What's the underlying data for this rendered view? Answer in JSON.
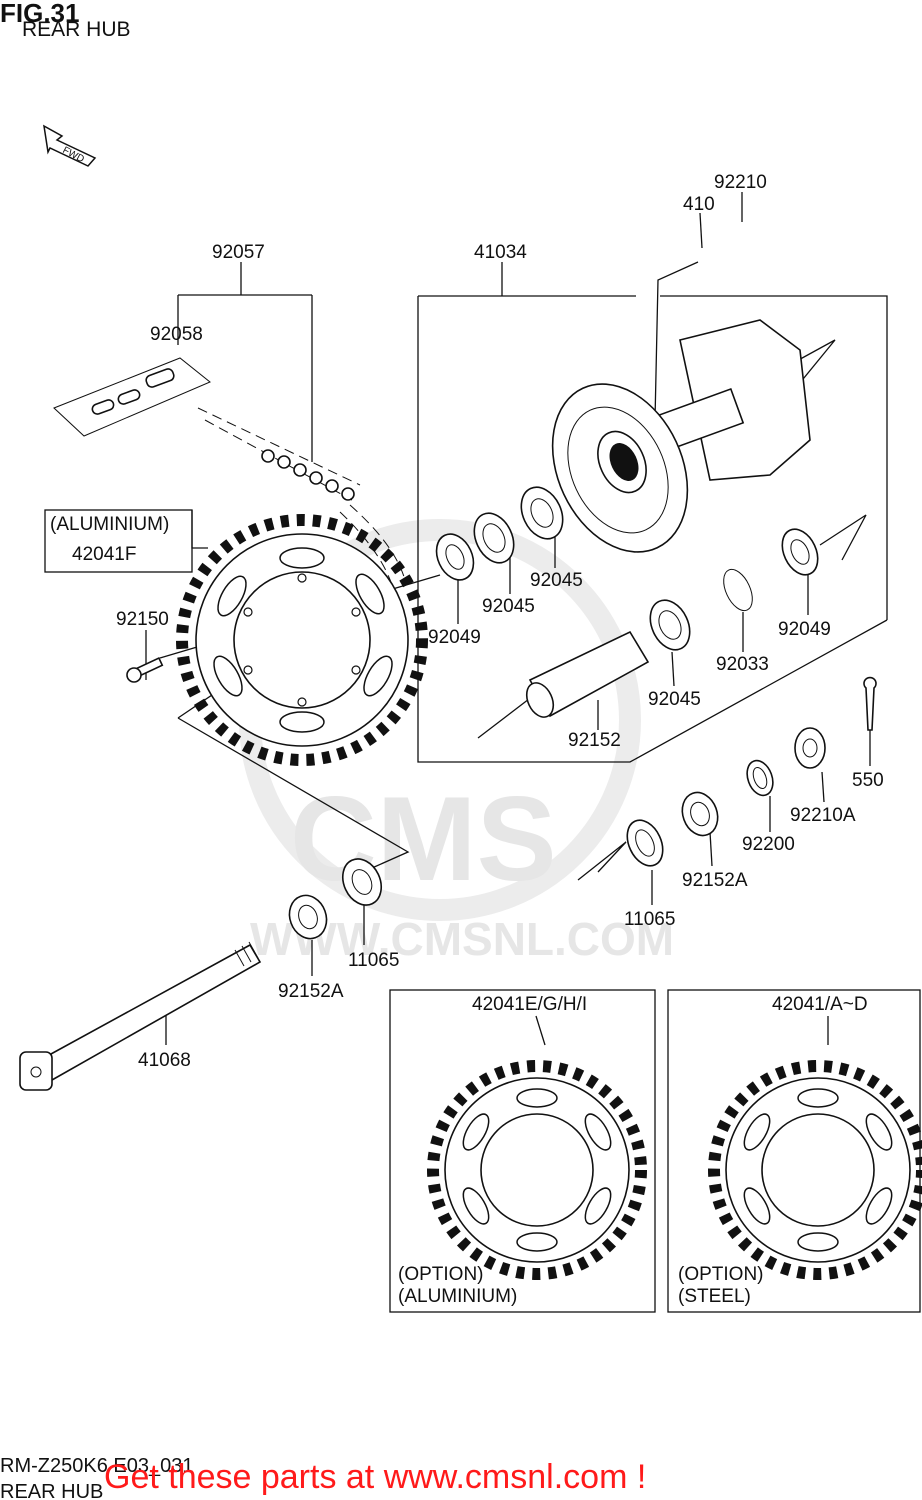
{
  "header": {
    "fig": "FIG.31",
    "title": "REAR HUB"
  },
  "fwd_label": "FWD",
  "watermark": {
    "text1": "CMS",
    "text2": "WWW.CMSNL.COM"
  },
  "labels": {
    "p92057": "92057",
    "p92058": "92058",
    "p41034": "41034",
    "p410": "410",
    "p92210": "92210",
    "aluminium": "(ALUMINIUM)",
    "p42041F": "42041F",
    "p92150": "92150",
    "p92049a": "92049",
    "p92045a": "92045",
    "p92045b": "92045",
    "p92045c": "92045",
    "p92152": "92152",
    "p92033": "92033",
    "p92049b": "92049",
    "p550": "550",
    "p92210A": "92210A",
    "p92200": "92200",
    "p92152Ab": "92152A",
    "p11065b": "11065",
    "p11065a": "11065",
    "p92152Aa": "92152A",
    "p41068": "41068"
  },
  "option_boxes": [
    {
      "part": "42041E/G/H/I",
      "line1": "(OPTION)",
      "line2": "(ALUMINIUM)"
    },
    {
      "part": "42041/A~D",
      "line1": "(OPTION)",
      "line2": "(STEEL)"
    }
  ],
  "footer": {
    "code": "RM-Z250K6 E03_031",
    "subtitle": "REAR HUB",
    "promo": "Get these parts at www.cmsnl.com !",
    "promo_color": "#ff1a1a"
  }
}
